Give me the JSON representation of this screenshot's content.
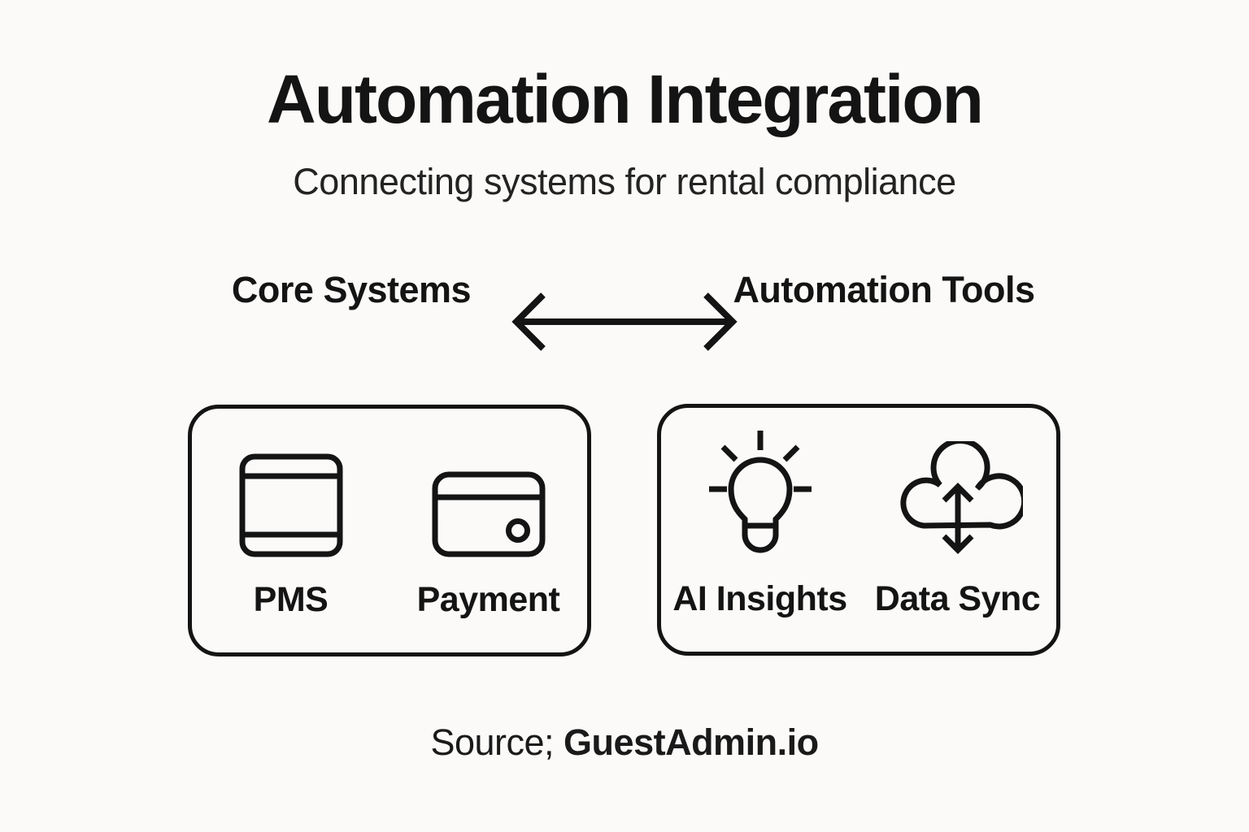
{
  "title": "Automation Integration",
  "subtitle": "Connecting systems for rental compliance",
  "groups": {
    "left": {
      "heading": "Core Systems",
      "items": [
        {
          "label": "PMS",
          "icon": "pms-device-icon"
        },
        {
          "label": "Payment",
          "icon": "credit-card-icon"
        }
      ]
    },
    "right": {
      "heading": "Automation Tools",
      "items": [
        {
          "label": "AI Insights",
          "icon": "lightbulb-icon"
        },
        {
          "label": "Data Sync",
          "icon": "cloud-sync-icon"
        }
      ]
    }
  },
  "connector": {
    "type": "double-headed-arrow"
  },
  "source": {
    "prefix": "Source;",
    "name": "GuestAdmin.io"
  },
  "colors": {
    "background": "#FBFAF8",
    "ink": "#141414"
  }
}
